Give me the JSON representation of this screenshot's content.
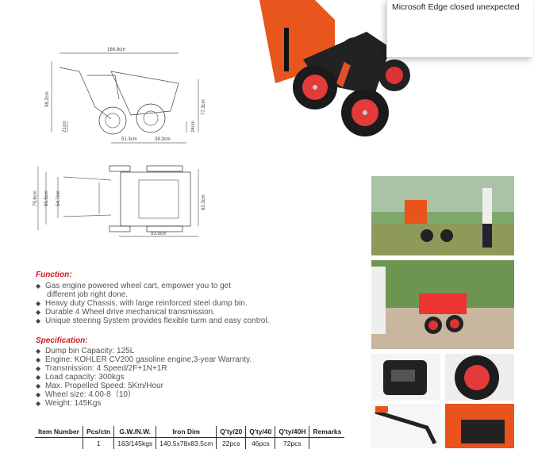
{
  "notification": {
    "text": "Microsoft Edge closed unexpected"
  },
  "drawing": {
    "side": {
      "length": "166.8cm",
      "height": "98.2cm",
      "bin_height": "77.3cm",
      "front_clear": "21cm",
      "rear_clear": "24cm",
      "wheelbase": "51.3cm",
      "rear_overhang": "39.3cm"
    },
    "top": {
      "width": "75.6cm",
      "inner1": "65.5cm",
      "inner2": "54.7cm",
      "bin_width": "62.3cm",
      "bin_length": "93.9cm"
    }
  },
  "function": {
    "title": "Function:",
    "items": [
      "Gas engine powered wheel cart, empower you to get",
      "different job right done.",
      "Heavy duty Chassis, with large reinforced steel dump bin.",
      "Durable 4 Wheel drive mechanical transmission.",
      "Unique steering System provides flexible turm and easy control."
    ]
  },
  "specification": {
    "title": "Specification:",
    "items": [
      "Dump bin Capacity: 125L",
      "Engine: KOHLER CV200 gasoline engine,3-year Warranty.",
      "Transmission: 4 Speed/2F+1N+1R",
      "Load capacity: 300kgs",
      "Max. Propelled Speed: 5Km/Hour",
      "Wheel size: 4.00-8（10）",
      "Weight: 145Kgs"
    ]
  },
  "table": {
    "headers": [
      "Item Number",
      "Pcs/ctn",
      "G.W./N.W.",
      "Iron Dim",
      "Q'ty/20",
      "Q'ty/40",
      "Q'ty/40H",
      "Remarks"
    ],
    "row": [
      "",
      "1",
      "163/145kgs",
      "140.5x78x83.5cm",
      "22pcs",
      "46pcs",
      "72pcs",
      ""
    ]
  },
  "colors": {
    "accent": "#d0191b",
    "orange": "#e8541c"
  }
}
